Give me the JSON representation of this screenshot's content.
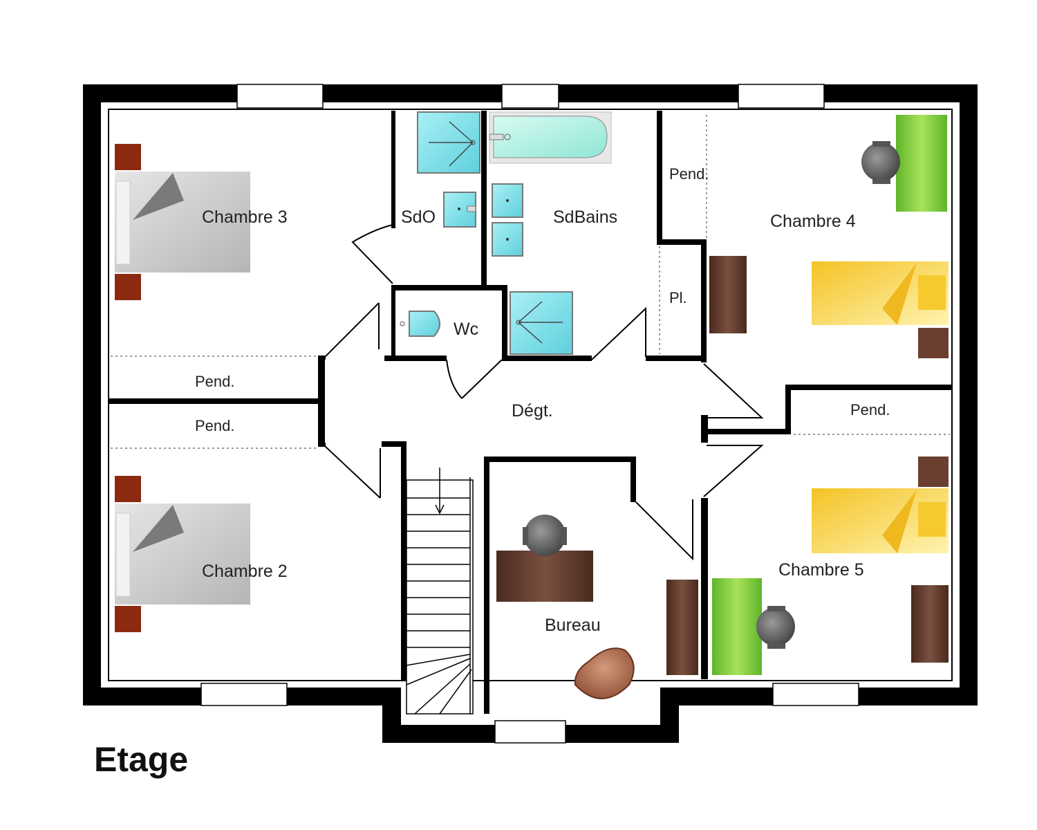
{
  "title": "Etage",
  "rooms": {
    "chambre3": "Chambre 3",
    "chambre2": "Chambre 2",
    "chambre4": "Chambre 4",
    "chambre5": "Chambre 5",
    "sdo": "SdO",
    "sdbains": "SdBains",
    "wc": "Wc",
    "degt": "Dégt.",
    "bureau": "Bureau",
    "pl": "Pl.",
    "pend_c3": "Pend.",
    "pend_c2": "Pend.",
    "pend_c4": "Pend.",
    "pend_c5": "Pend."
  },
  "colors": {
    "wall": "#000000",
    "bed_grey": "#c8c8c8",
    "nightstand_red": "#8b2a10",
    "bed_yellow": "#f6c92f",
    "furniture_brown": "#5e3a2c",
    "desk_green": "#7bc83a",
    "chair_grey": "#6a6a6a",
    "fixture_cyan": "#7fe0ea"
  }
}
